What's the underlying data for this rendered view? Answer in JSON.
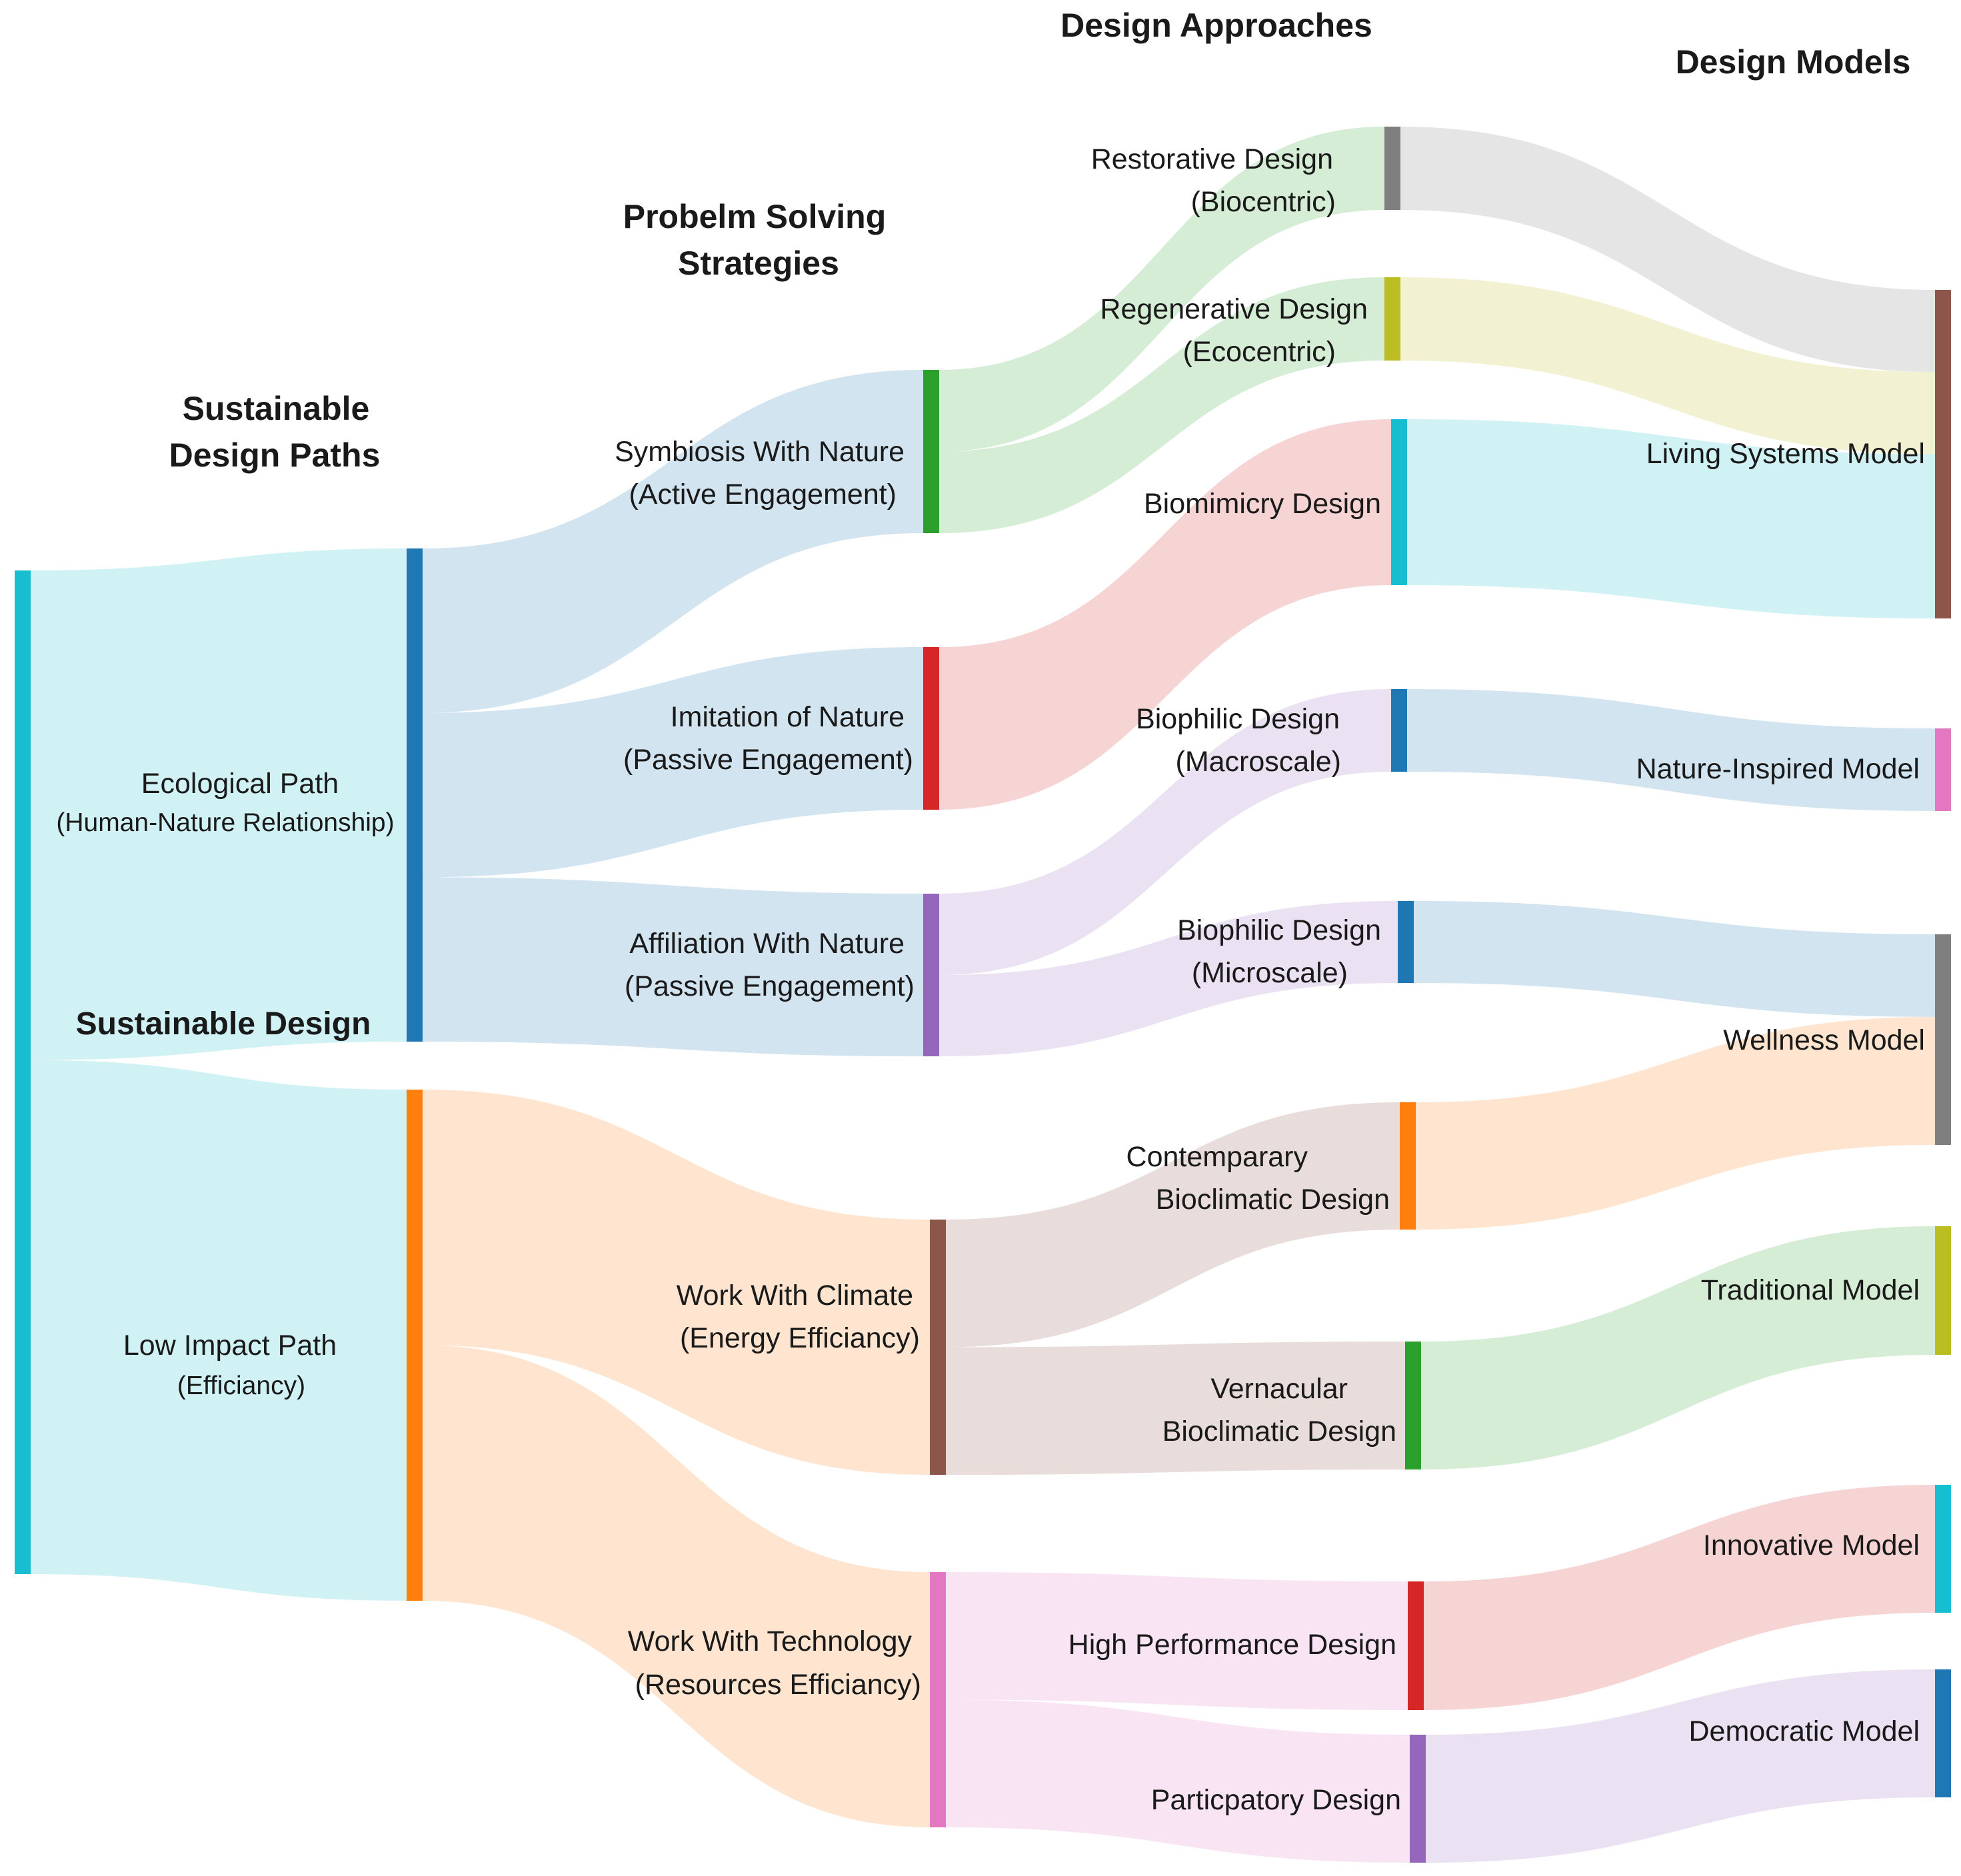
{
  "headers": {
    "design_approaches": "Design Approaches",
    "design_models": "Design Models",
    "problem_solving_1": "Probelm Solving",
    "problem_solving_2": "Strategies",
    "paths_1": "Sustainable",
    "paths_2": "Design Paths"
  },
  "nodes": {
    "sd": {
      "label": "Sustainable Design",
      "color": "#17becf"
    },
    "eco": {
      "line1": "Ecological Path",
      "line2": "(Human-Nature Relationship)",
      "color": "#1f77b4"
    },
    "low": {
      "line1": "Low Impact Path",
      "line2": "(Efficiancy)",
      "color": "#ff7f0e"
    },
    "sym": {
      "line1": "Symbiosis With Nature",
      "line2": "(Active Engagement)",
      "color": "#2ca02c"
    },
    "imi": {
      "line1": "Imitation of Nature",
      "line2": "(Passive Engagement)",
      "color": "#d62728"
    },
    "aff": {
      "line1": "Affiliation With Nature",
      "line2": "(Passive Engagement)",
      "color": "#9467bd"
    },
    "clim": {
      "line1": "Work With Climate",
      "line2": "(Energy Efficiancy)",
      "color": "#8c564b"
    },
    "tech": {
      "line1": "Work With Technology",
      "line2": "(Resources Efficiancy)",
      "color": "#e377c2"
    },
    "rest": {
      "line1": "Restorative Design",
      "line2": "(Biocentric)",
      "color": "#7f7f7f"
    },
    "regen": {
      "line1": "Regenerative Design",
      "line2": "(Ecocentric)",
      "color": "#bcbd22"
    },
    "biom": {
      "line1": "Biomimicry Design",
      "color": "#17becf"
    },
    "bmac": {
      "line1": "Biophilic Design",
      "line2": "(Macroscale)",
      "color": "#1f77b4"
    },
    "bmic": {
      "line1": "Biophilic Design",
      "line2": "(Microscale)",
      "color": "#1f77b4"
    },
    "cont": {
      "line1": "Contemparary",
      "line2": "Bioclimatic Design",
      "color": "#ff7f0e"
    },
    "vern": {
      "line1": "Vernacular",
      "line2": "Bioclimatic Design",
      "color": "#2ca02c"
    },
    "hpd": {
      "line1": "High Performance Design",
      "color": "#d62728"
    },
    "part": {
      "line1": "Particpatory Design",
      "color": "#9467bd"
    },
    "living": {
      "line1": "Living Systems Model",
      "color": "#8c564b"
    },
    "nature": {
      "line1": "Nature-Inspired Model",
      "color": "#e377c2"
    },
    "well": {
      "line1": "Wellness Model",
      "color": "#7f7f7f"
    },
    "trad": {
      "line1": "Traditional Model",
      "color": "#bcbd22"
    },
    "innov": {
      "line1": "Innovative Model",
      "color": "#17becf"
    },
    "demo": {
      "line1": "Democratic Model",
      "color": "#1f77b4"
    }
  },
  "links": [
    {
      "source": "sd",
      "target": "eco",
      "value": 6
    },
    {
      "source": "sd",
      "target": "low",
      "value": 6.3
    },
    {
      "source": "eco",
      "target": "sym",
      "value": 2
    },
    {
      "source": "eco",
      "target": "imi",
      "value": 2
    },
    {
      "source": "eco",
      "target": "aff",
      "value": 2
    },
    {
      "source": "low",
      "target": "clim",
      "value": 3.1
    },
    {
      "source": "low",
      "target": "tech",
      "value": 3.1
    },
    {
      "source": "sym",
      "target": "rest",
      "value": 1
    },
    {
      "source": "sym",
      "target": "regen",
      "value": 1
    },
    {
      "source": "imi",
      "target": "biom",
      "value": 2
    },
    {
      "source": "aff",
      "target": "bmac",
      "value": 1
    },
    {
      "source": "aff",
      "target": "bmic",
      "value": 1
    },
    {
      "source": "clim",
      "target": "cont",
      "value": 1.55
    },
    {
      "source": "clim",
      "target": "vern",
      "value": 1.55
    },
    {
      "source": "tech",
      "target": "hpd",
      "value": 1.55
    },
    {
      "source": "tech",
      "target": "part",
      "value": 1.55
    },
    {
      "source": "rest",
      "target": "living",
      "value": 1
    },
    {
      "source": "regen",
      "target": "living",
      "value": 1
    },
    {
      "source": "biom",
      "target": "living",
      "value": 2
    },
    {
      "source": "bmac",
      "target": "nature",
      "value": 1
    },
    {
      "source": "bmic",
      "target": "well",
      "value": 1
    },
    {
      "source": "cont",
      "target": "well",
      "value": 1.55
    },
    {
      "source": "vern",
      "target": "trad",
      "value": 1.55
    },
    {
      "source": "hpd",
      "target": "innov",
      "value": 1.55
    },
    {
      "source": "part",
      "target": "demo",
      "value": 1.55
    }
  ]
}
